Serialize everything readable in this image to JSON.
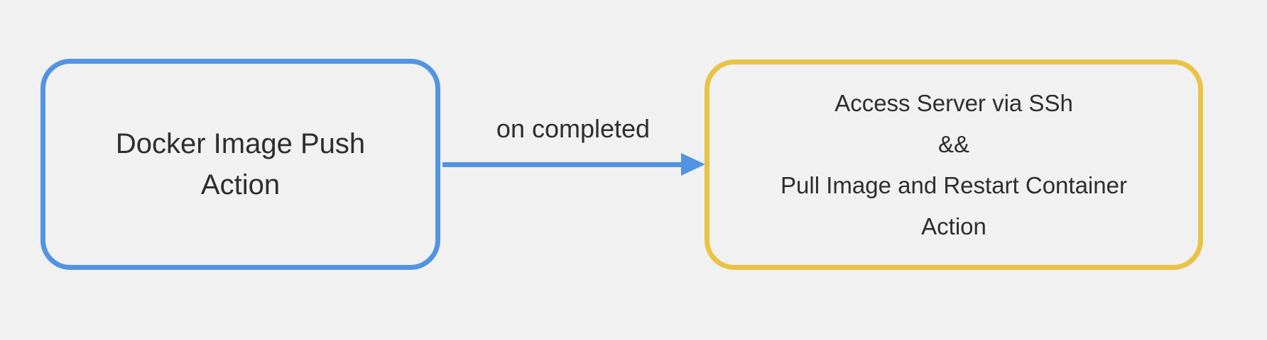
{
  "canvas": {
    "background": "#f1f1f1",
    "text_color": "#2e2e2e"
  },
  "nodes": [
    {
      "id": "docker-image-push-action",
      "lines": [
        "Docker Image Push",
        "Action"
      ],
      "border_color": "#5294e2"
    },
    {
      "id": "access-server-deploy-action",
      "lines": [
        "Access Server via SSh",
        "&&",
        "Pull Image and Restart Container",
        "Action"
      ],
      "border_color": "#eac245"
    }
  ],
  "edge": {
    "label": "on completed",
    "color": "#5294e2",
    "from": "docker-image-push-action",
    "to": "access-server-deploy-action",
    "direction": "left-to-right"
  }
}
